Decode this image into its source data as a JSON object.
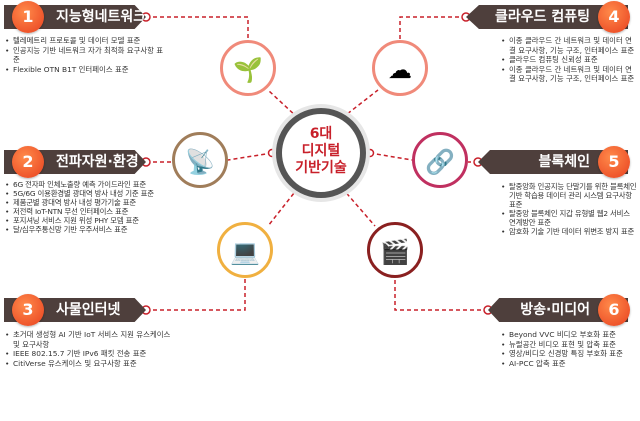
{
  "center": {
    "line1": "6대",
    "line2": "디지털",
    "line3": "기반기술"
  },
  "colors": {
    "banner": "#4e3f3c",
    "accent": "#e8401f",
    "line": "#c8202a"
  },
  "sections": [
    {
      "num": "1",
      "title": "지능형네트워크",
      "icon": "network-plant-icon",
      "ring": "#f08a7a",
      "items": [
        "텔레메트리 프로토콜 및 데이터 모델 표준",
        "인공지능 기반 네트워크 자가 최적화 요구사항 표준",
        "Flexible OTN B1T 인터페이스 표준"
      ]
    },
    {
      "num": "2",
      "title": "전파자원·환경",
      "icon": "satellite-dish-icon",
      "ring": "#a07d5a",
      "items": [
        "6G 전자파 인체노출량 예측 가이드라인 표준",
        "5G/6G 이용환경별 광대역 방사 내성 기준 표준",
        "제품군별 광대역 방사 내성 평가기술 표준",
        "저전력 IoT-NTN 무선 인터페이스 표준",
        "포지셔닝 서비스 지원 위성 PHY 모뎀 표준",
        "달/심우주통신망 기반 우주서비스 표준"
      ]
    },
    {
      "num": "3",
      "title": "사물인터넷",
      "icon": "ai-chip-icon",
      "ring": "#f0b040",
      "items": [
        "초거대 생성형 AI 기반 IoT 서비스 지원 유스케이스 및 요구사항",
        "IEEE 802.15.7 기반 IPv6 패킷 전송 표준",
        "CitiVerse 유스케이스 및 요구사항 표준"
      ]
    },
    {
      "num": "4",
      "title": "클라우드 컴퓨팅",
      "icon": "cloud-computing-icon",
      "ring": "#f08a7a",
      "items": [
        "이종 클라우드 간 네트워크 및 데이터 연결 요구사항, 기능 구조, 인터페이스 표준",
        "클라우드 컴퓨팅 신뢰성 표준",
        "이종 클라우드 간 네트워크 및 데이터 연결 요구사항, 기능 구조, 인터페이스 표준"
      ]
    },
    {
      "num": "5",
      "title": "블록체인",
      "icon": "blockchain-user-icon",
      "ring": "#c03060",
      "items": [
        "탈중앙화 인공지능 단말기를 위한 블록체인 기반 학습용 데이터 관리 시스템 요구사항 표준",
        "탈중앙 블록체인 지갑 유형별 웹2 서비스 연계방안 표준",
        "암호화 기술 기반 데이터 위변조 방지 표준"
      ]
    },
    {
      "num": "6",
      "title": "방송·미디어",
      "icon": "media-broadcast-icon",
      "ring": "#8a2020",
      "items": [
        "Beyond VVC 비디오 부호화 표준",
        "뉴럴공간 비디오 표현 및 압축 표준",
        "영상/비디오 신경망 특징 부호화 표준",
        "AI-PCC 압축 표준"
      ]
    }
  ]
}
